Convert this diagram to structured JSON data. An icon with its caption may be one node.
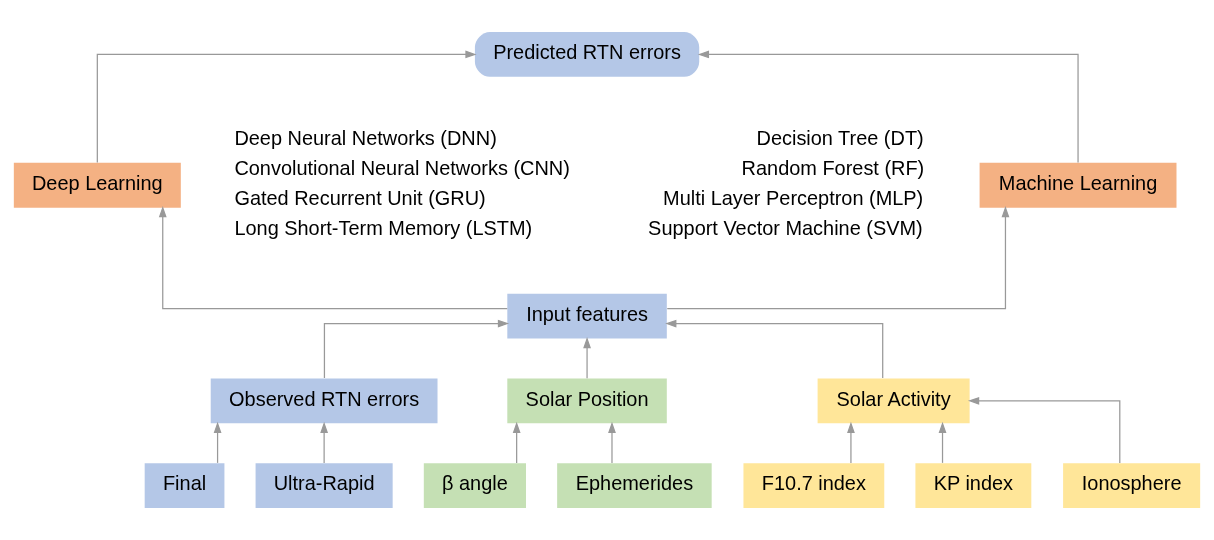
{
  "diagram": {
    "nodes": [
      {
        "text": [
          "Predicted RTN errors"
        ]
      },
      {
        "text": [
          "Machine Learning"
        ],
        "beside": [
          "Decision Tree (DT)",
          "Random Forest (RF)",
          "Multi Layer Perceptron (MLP)",
          "Support Vector Machine (SVM)"
        ]
      },
      {
        "text": [
          "Deep Learning"
        ],
        "beside": [
          "Deep Neural Networks (DNN)",
          "Convolutional Neural Networks (CNN)",
          "Gated Recurrent Unit (GRU)",
          "Long Short-Term Memory (LSTM)"
        ]
      },
      {
        "text": [
          "Input features"
        ]
      },
      {
        "text": [
          "Observed RTN errors"
        ]
      },
      {
        "text": [
          "Solar Position"
        ]
      },
      {
        "text": [
          "Solar Activity"
        ]
      },
      {
        "text": [
          "Final"
        ]
      },
      {
        "text": [
          "Ultra-Rapid"
        ]
      },
      {
        "text": [
          "β angle"
        ]
      },
      {
        "text": [
          "Ephemerides"
        ]
      },
      {
        "text": [
          "F10.7 index"
        ]
      },
      {
        "text": [
          "KP index"
        ]
      },
      {
        "text": [
          "Ionosphere"
        ]
      }
    ],
    "edges": [
      {
        "from": 1,
        "to": 0,
        "arrow": "to"
      },
      {
        "from": 2,
        "to": 0,
        "arrow": "to"
      },
      {
        "from": 3,
        "to": 1,
        "arrow": "to"
      },
      {
        "from": 3,
        "to": 2,
        "arrow": "to"
      },
      {
        "from": 4,
        "to": 3,
        "arrow": "to"
      },
      {
        "from": 5,
        "to": 3,
        "arrow": "to"
      },
      {
        "from": 6,
        "to": 3,
        "arrow": "to"
      },
      {
        "from": 7,
        "to": 4,
        "arrow": "to"
      },
      {
        "from": 8,
        "to": 4,
        "arrow": "to"
      },
      {
        "from": 9,
        "to": 5,
        "arrow": "to"
      },
      {
        "from": 10,
        "to": 5,
        "arrow": "to"
      },
      {
        "from": 11,
        "to": 6,
        "arrow": "to"
      },
      {
        "from": 12,
        "to": 6,
        "arrow": "to"
      },
      {
        "from": 13,
        "to": 6,
        "arrow": "to"
      }
    ]
  }
}
